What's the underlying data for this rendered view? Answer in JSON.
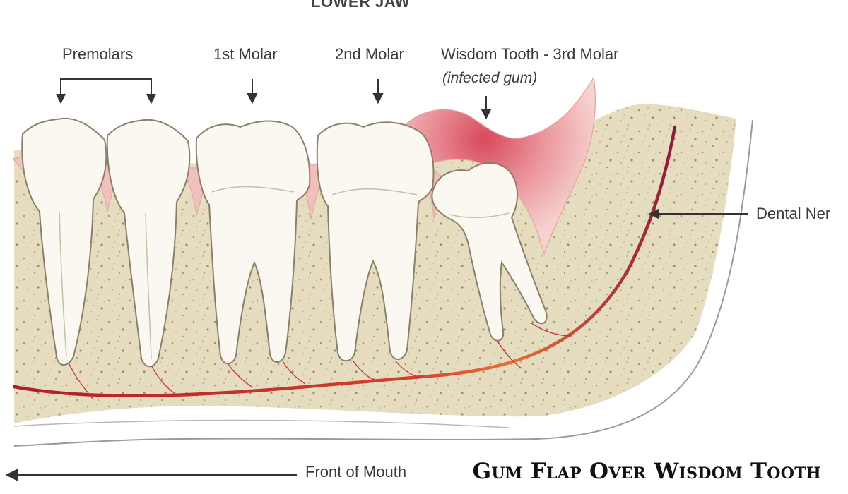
{
  "diagram": {
    "top_title": "LOWER JAW",
    "labels": {
      "premolars": "Premolars",
      "molar1": "1st Molar",
      "molar2": "2nd Molar",
      "wisdom": "Wisdom Tooth - 3rd Molar",
      "infected": "(infected gum)",
      "nerve": "Dental Ner",
      "front": "Front of Mouth"
    },
    "caption": "Gum Flap Over Wisdom Tooth",
    "colors": {
      "bone": "#e6dcc0",
      "bone_dots": "#a89870",
      "tooth": "#fbf8f1",
      "tooth_outline": "#8a7f6a",
      "gum": "#f1c0bc",
      "infection": "#d8495a",
      "nerve": "#b01e2a",
      "jaw_line": "#9a9a9a"
    }
  }
}
